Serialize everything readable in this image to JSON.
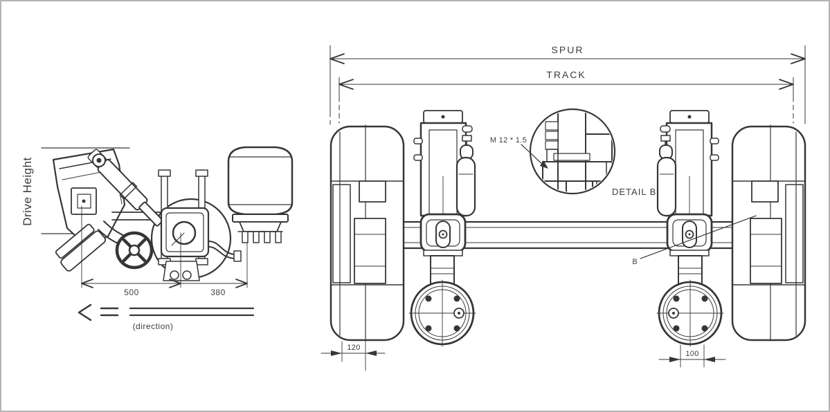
{
  "colors": {
    "background": "#ffffff",
    "border": "#b3b3b3",
    "line": "#363636"
  },
  "side_view": {
    "drive_height_label": "Drive Height",
    "dimensions": {
      "front_offset": "500",
      "rear_offset": "380"
    },
    "direction_label": "(direction)"
  },
  "front_view": {
    "dimensions": {
      "overall_width": "SPUR",
      "track_width": "TRACK",
      "left_wheel_offset": "120",
      "right_link_width": "100"
    },
    "detail_b": {
      "thread_label": "M 12 * 1.5",
      "title": "DETAIL B",
      "reference": "B"
    }
  }
}
